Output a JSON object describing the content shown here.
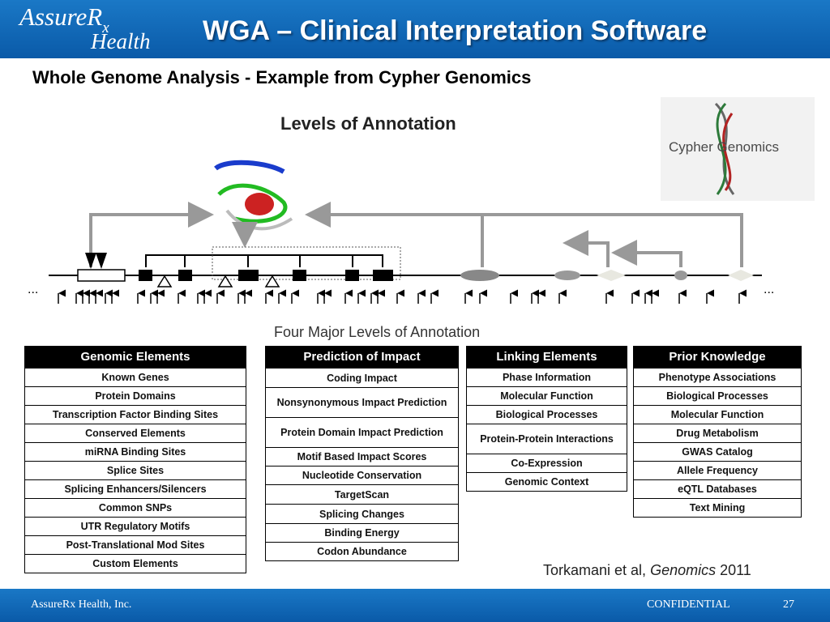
{
  "header": {
    "logo_main": "AssureR",
    "logo_x": "x",
    "logo_sub": "Health",
    "title": "WGA – Clinical Interpretation Software",
    "bg_color": "#0a5aa8"
  },
  "subtitle": "Whole Genome Analysis -  Example from Cypher Genomics",
  "figure": {
    "title": "Levels of Annotation",
    "cypher_logo": "Cypher Genomics",
    "ellipsis": "...",
    "four_levels_title": "Four Major Levels of Annotation",
    "citation_authors": "Torkamani et al, ",
    "citation_journal": "Genomics",
    "citation_year": " 2011"
  },
  "tables": [
    {
      "header": "Genomic Elements",
      "rows": [
        "Known Genes",
        "Protein Domains",
        "Transcription Factor Binding Sites",
        "Conserved Elements",
        "miRNA Binding Sites",
        "Splice Sites",
        "Splicing Enhancers/Silencers",
        "Common SNPs",
        "UTR Regulatory Motifs",
        "Post-Translational Mod Sites",
        "Custom Elements"
      ]
    },
    {
      "header": "Prediction of Impact",
      "rows": [
        "Coding Impact",
        "Nonsynonymous Impact Prediction",
        "Protein Domain Impact Prediction",
        "Motif Based Impact Scores",
        "Nucleotide Conservation",
        "TargetScan",
        "Splicing Changes",
        "Binding Energy",
        "Codon Abundance"
      ]
    },
    {
      "header": "Linking Elements",
      "rows": [
        "Phase Information",
        "Molecular Function",
        "Biological Processes",
        "Protein-Protein Interactions",
        "Co-Expression",
        "Genomic Context"
      ]
    },
    {
      "header": "Prior Knowledge",
      "rows": [
        "Phenotype Associations",
        "Biological Processes",
        "Molecular Function",
        "Drug Metabolism",
        "GWAS Catalog",
        "Allele Frequency",
        "eQTL Databases",
        "Text Mining"
      ]
    }
  ],
  "footer": {
    "company": "AssureRx Health, Inc.",
    "confidential": "CONFIDENTIAL",
    "page_number": "27"
  }
}
